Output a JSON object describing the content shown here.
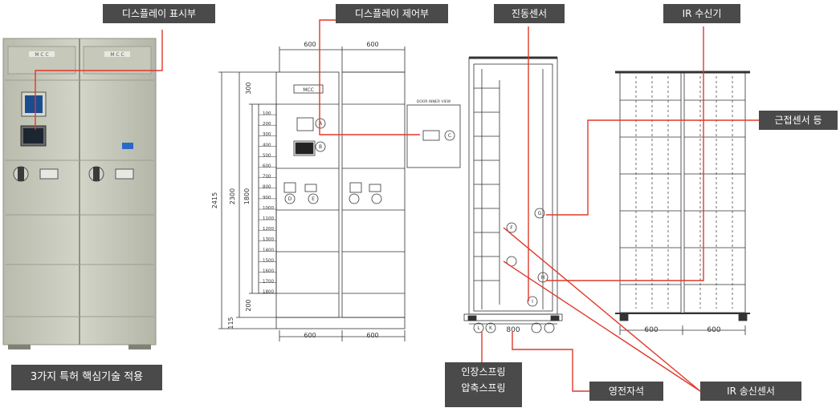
{
  "labels": {
    "display_panel": "디스플레이 표시부",
    "display_control": "디스플레이 제어부",
    "vibration_sensor": "진동센서",
    "ir_receiver": "IR 수신기",
    "proximity_sensor": "근접센서 등",
    "tension_spring": "인장스프링",
    "compression_spring": "압축스프링",
    "permanent_magnet": "영전자석",
    "ir_transmitter": "IR 송신센서",
    "caption": "3가지 특허 핵심기술 적용"
  },
  "drawing": {
    "front_width_top_left": "600",
    "front_width_top_right": "600",
    "front_width_bottom_left": "600",
    "front_width_bottom_right": "600",
    "side_width": "800",
    "back_width_left": "600",
    "back_width_right": "600",
    "height_total": "2415",
    "height_body": "2300",
    "height_inner": "1800",
    "height_top": "300",
    "height_bottom": "200",
    "height_base": "115",
    "scale_marks": [
      "100",
      "200",
      "300",
      "400",
      "500",
      "600",
      "700",
      "800",
      "900",
      "1000",
      "1100",
      "1200",
      "1300",
      "1400",
      "1500",
      "1600",
      "1700",
      "1800"
    ],
    "panel_title": "MCC",
    "cabinet_name": "M C C",
    "door_view_label": "DOOR INNER VIEW",
    "callouts": [
      "A",
      "B",
      "C",
      "D",
      "E",
      "F",
      "G",
      "H",
      "I",
      "K",
      "L"
    ]
  },
  "colors": {
    "accent": "#e0392b",
    "tag_bg": "#4a4a4a",
    "cabinet": "#c9cbbd"
  }
}
